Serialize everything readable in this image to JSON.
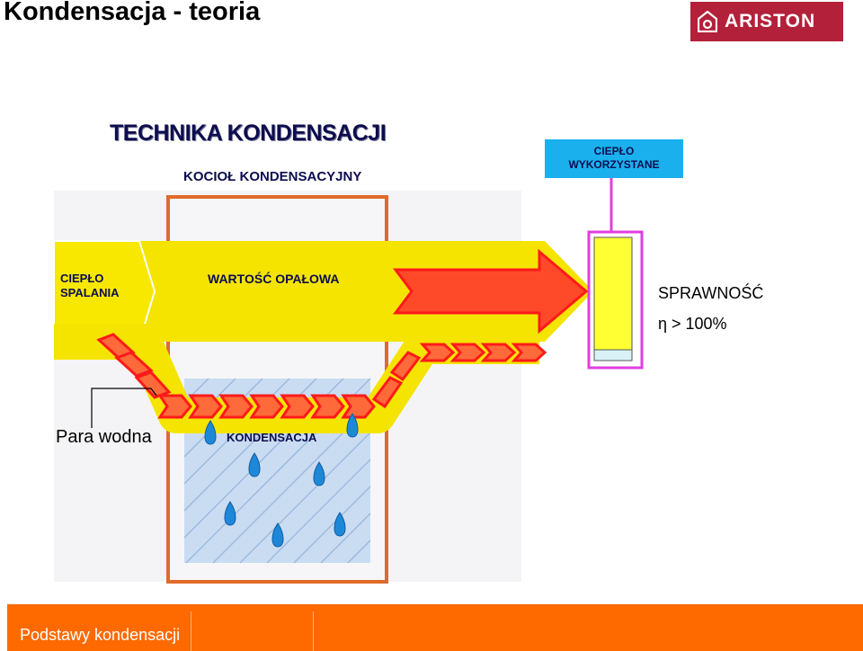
{
  "slide": {
    "title": "Kondensacja - teoria"
  },
  "logo": {
    "brand": "ARISTON",
    "icon": "house-icon",
    "color": "#b3203a"
  },
  "diagram": {
    "title": "TECHNIKA KONDENSACJI",
    "boiler_label": "KOCIOŁ KONDENSACYJNY",
    "used_heat": {
      "line1": "CIEPŁO",
      "line2": "WYKORZYSTANE"
    },
    "combustion_heat": {
      "line1": "CIEPŁO",
      "line2": "SPALANIA"
    },
    "calorific_value": "WARTOŚĆ OPAŁOWA",
    "efficiency_label": "SPRAWNOŚĆ",
    "efficiency_value": "η > 100%",
    "steam_label": "Para wodna",
    "condensation_label": "KONDENSACJA",
    "colors": {
      "flow_yellow": "#f5e400",
      "arrow_red": "#ff1a1a",
      "boiler_outline": "#e06a2a",
      "tank_outline": "#e23ee0",
      "condensate_blue": "#c9dcf2",
      "droplet": "#1e88d8"
    }
  },
  "footer": {
    "text": "Podstawy kondensacji",
    "color": "#ff6a00"
  }
}
